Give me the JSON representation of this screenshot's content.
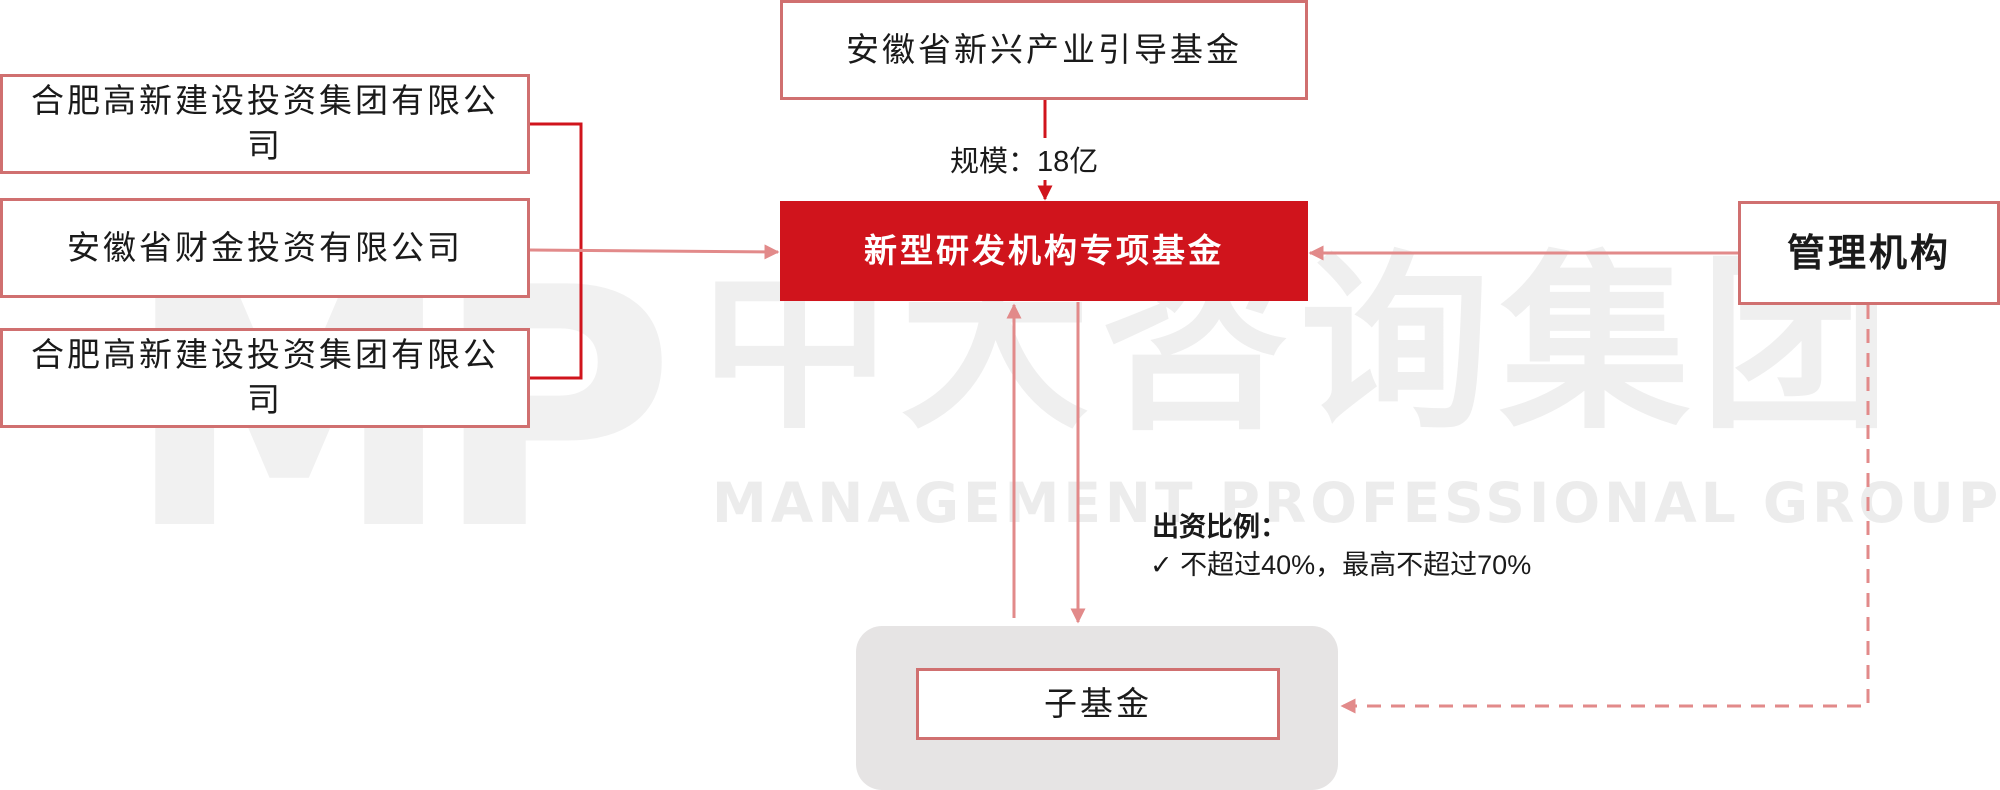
{
  "watermark": {
    "logo": "MP",
    "cn": "中大咨询集团",
    "en": "MANAGEMENT PROFESSIONAL GROUP"
  },
  "boxes": {
    "guide_fund": "安徽省新兴产业引导基金",
    "investor_1": "合肥高新建设投资集团有限公司",
    "investor_2": "安徽省财金投资有限公司",
    "investor_3": "合肥高新建设投资集团有限公司",
    "main_fund": "新型研发机构专项基金",
    "management": "管理机构",
    "sub_fund": "子基金"
  },
  "labels": {
    "scale": "规模：18亿",
    "ratio_title": "出资比例：",
    "ratio_item": "✓ 不超过40%，最高不超过70%"
  },
  "colors": {
    "main_fill": "#d0141c",
    "box_border": "#e28a8a",
    "connector": "#e28a8a",
    "bracket": "#d0141c",
    "panel": "#e6e4e4"
  }
}
